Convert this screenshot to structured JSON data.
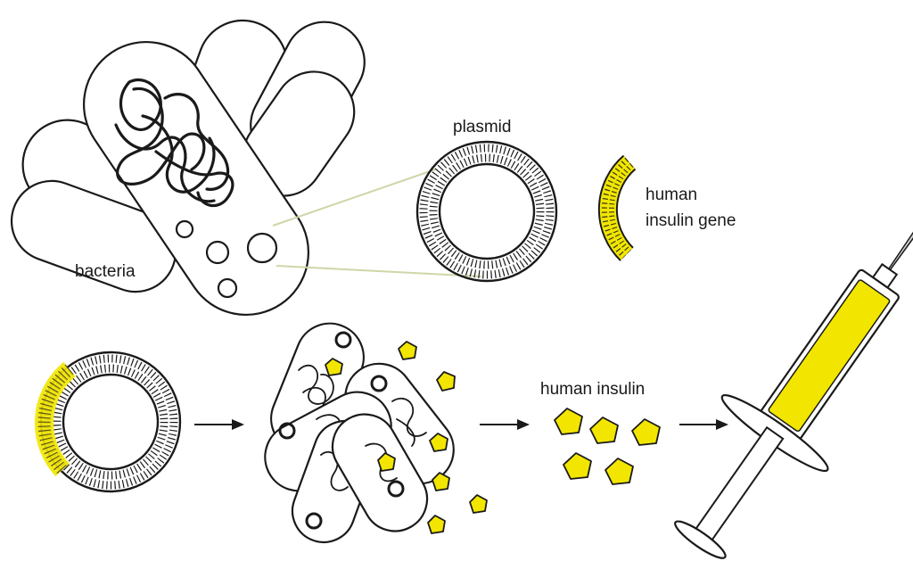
{
  "labels": {
    "bacteria": "bacteria",
    "plasmid": "plasmid",
    "gene_line1": "human",
    "gene_line2": "insulin gene",
    "human_insulin": "human insulin"
  },
  "colors": {
    "insulin_yellow": "#f2e600",
    "outline": "#1a1a1a",
    "background": "#ffffff",
    "zoom_lines": "#cfd6a8"
  },
  "icons": [
    "bacterium",
    "plasmid-ring",
    "gene-fragment",
    "insulin-pentagon",
    "syringe",
    "arrow-right"
  ]
}
